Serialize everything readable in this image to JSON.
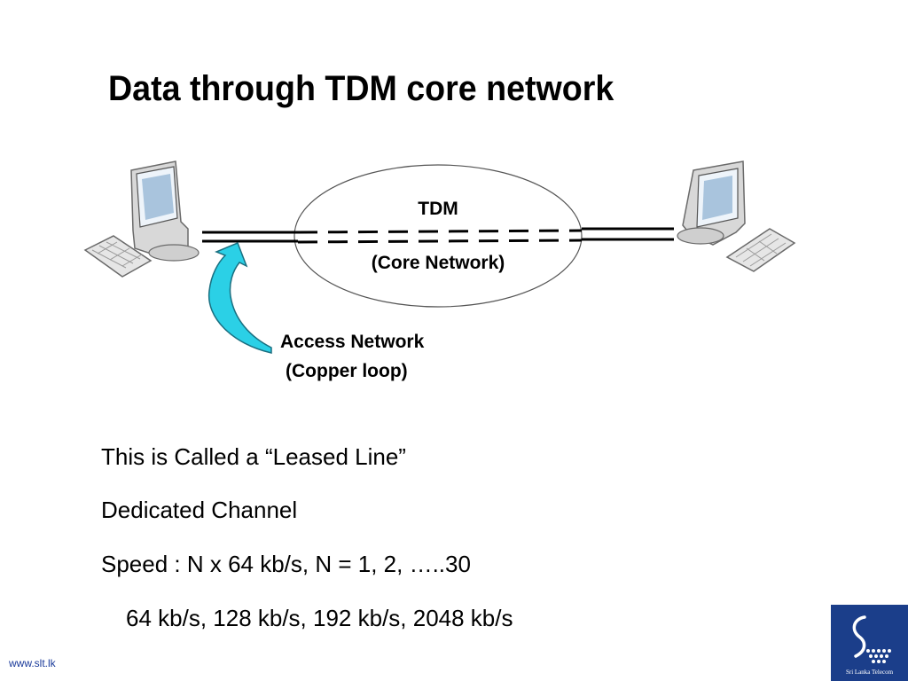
{
  "slide": {
    "title": "Data through TDM core network",
    "footer": "www.slt.lk"
  },
  "diagram": {
    "core_label": "TDM",
    "core_sublabel": "(Core Network)",
    "access_label": "Access Network",
    "access_sublabel": "(Copper loop)",
    "arrow_color": "#2bd0e6"
  },
  "bullets": [
    "This is Called a “Leased Line”",
    "Dedicated Channel",
    "Speed : N x 64 kb/s,  N = 1, 2, …..30",
    "64 kb/s, 128 kb/s, 192 kb/s, 2048 kb/s"
  ],
  "logo": {
    "text": "Sri Lanka Telecom"
  }
}
